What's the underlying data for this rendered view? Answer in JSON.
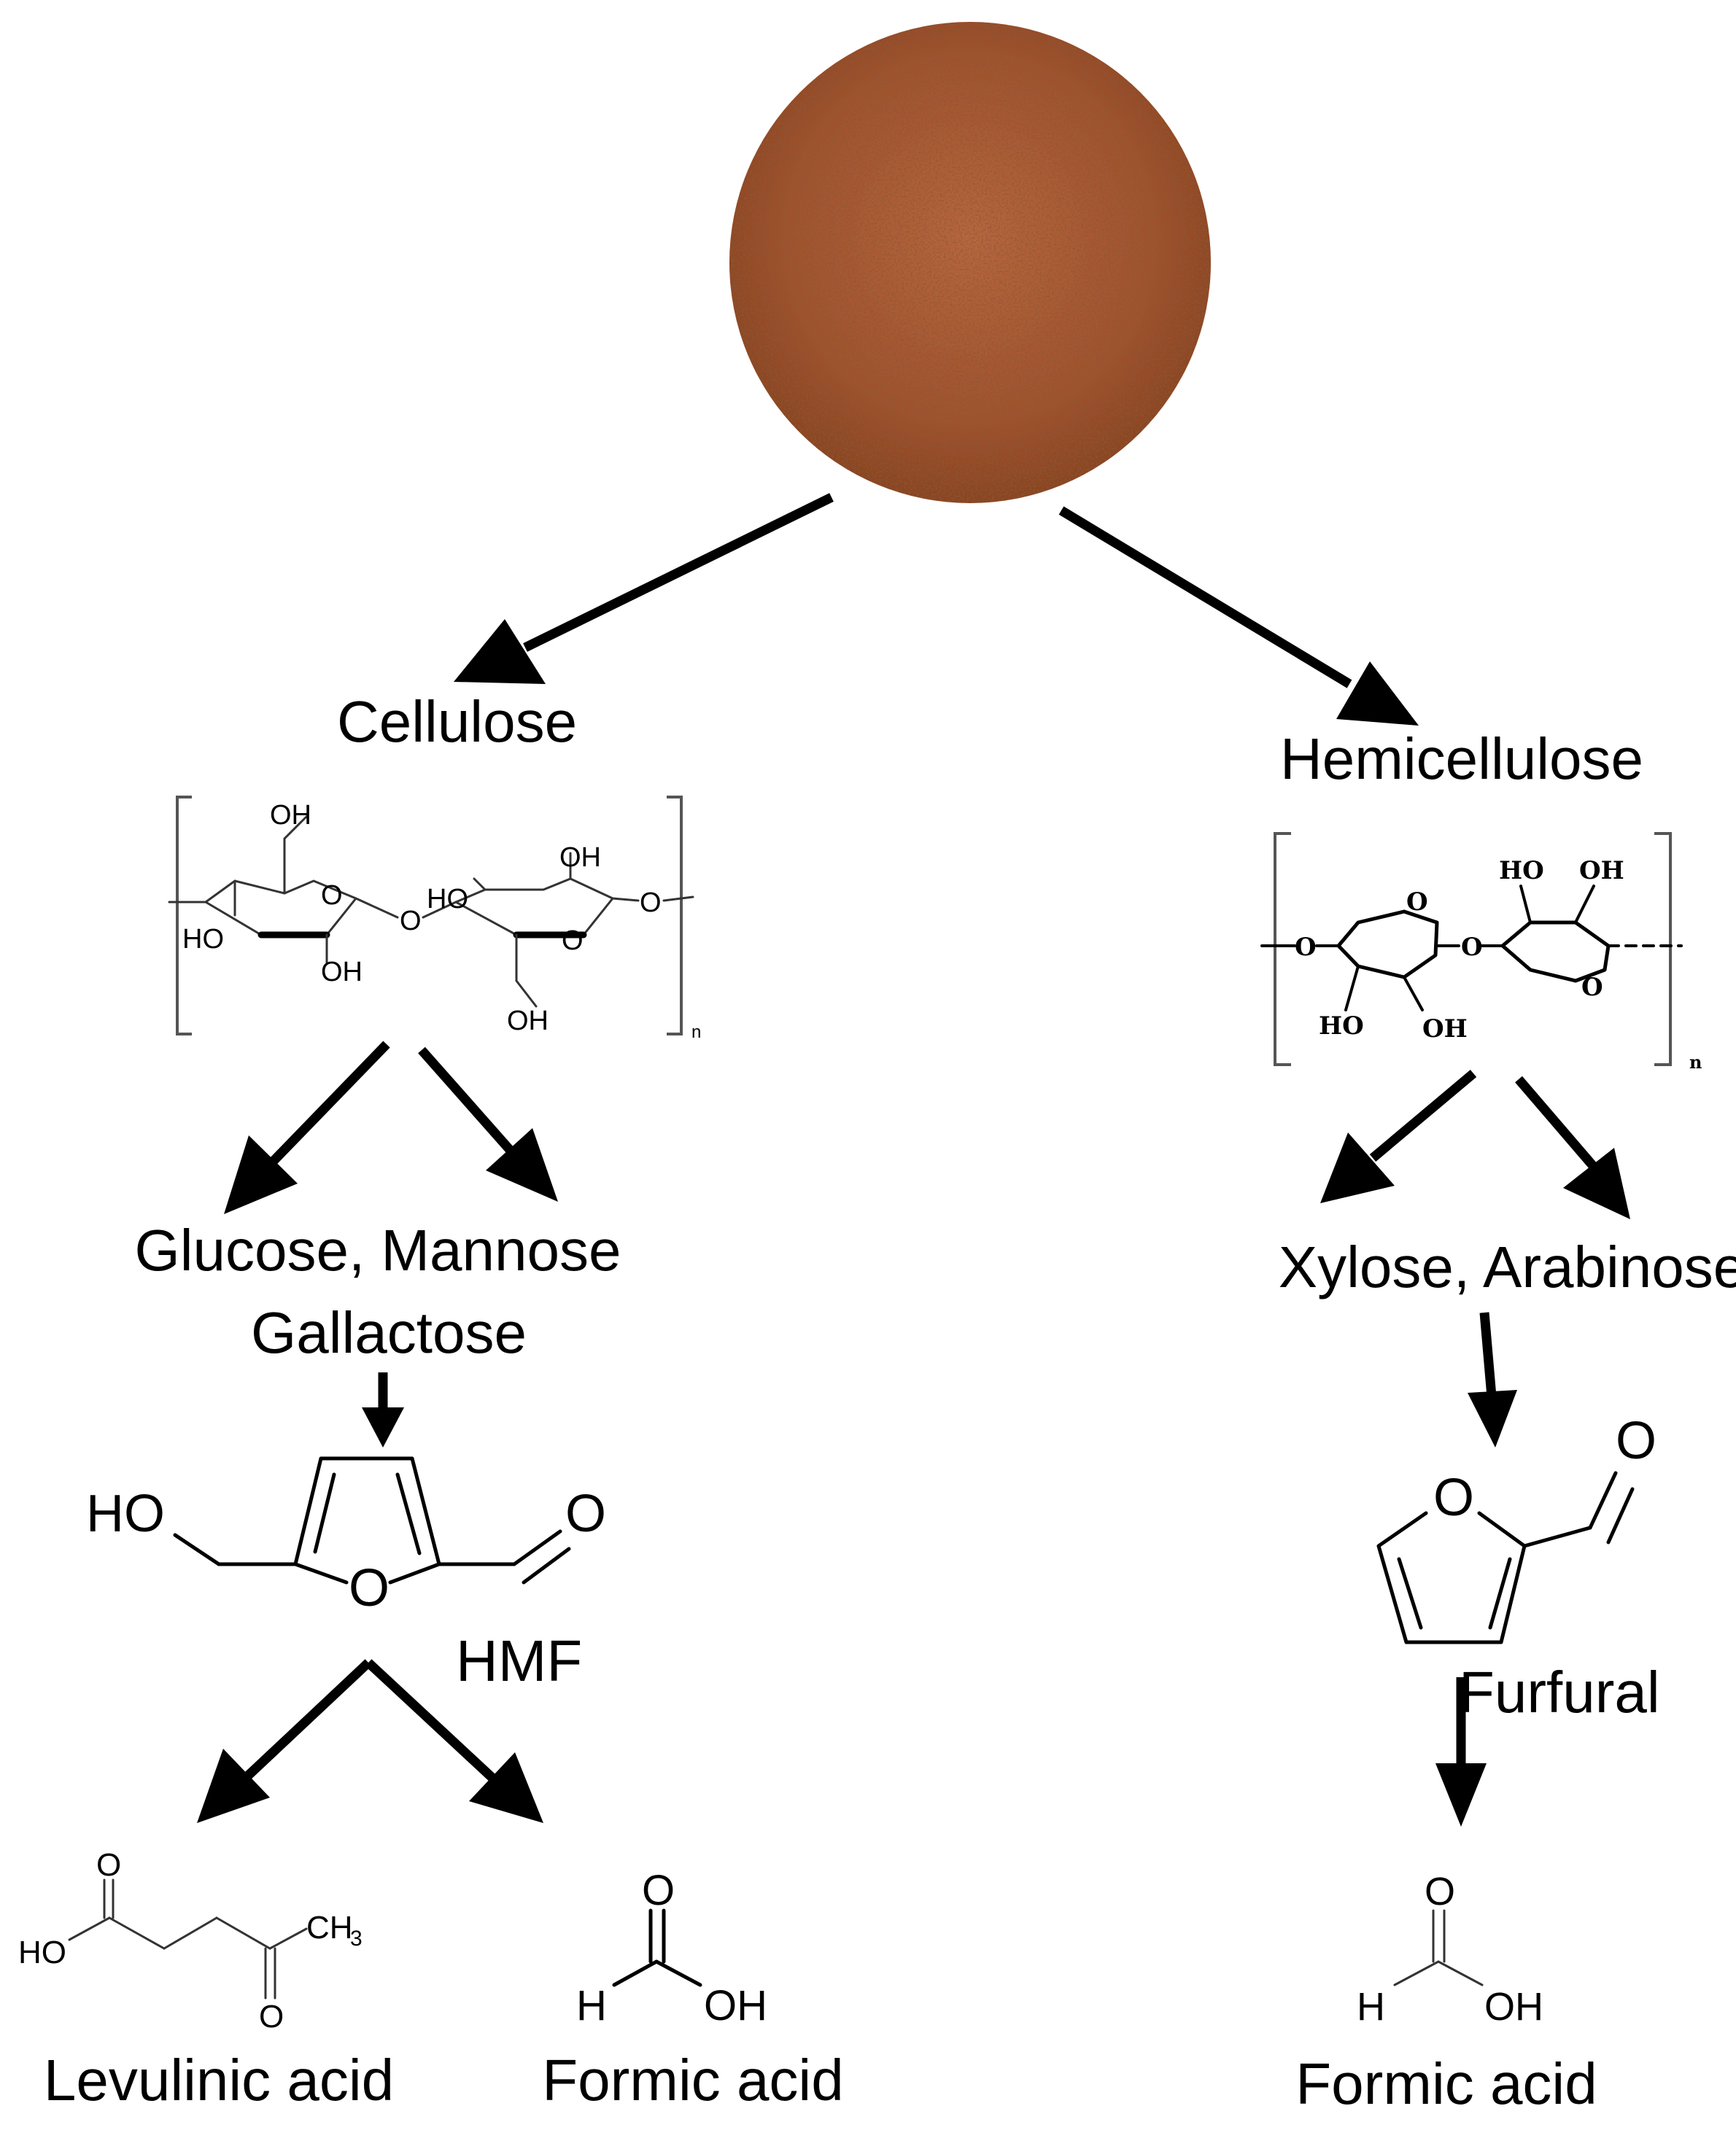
{
  "nodes": {
    "biomass_photo": "biomass-powder",
    "cellulose": "Cellulose",
    "hemicellulose": "Hemicellulose",
    "cellulose_sugars_line1": "Glucose, Mannose",
    "cellulose_sugars_line2": "Gallactose",
    "hemicellulose_sugars": "Xylose, Arabinose",
    "hmf": "HMF",
    "furfural": "Furfural",
    "levulinic_acid": "Levulinic acid",
    "formic_acid_left": "Formic acid",
    "formic_acid_right": "Formic acid"
  },
  "structure_atoms": {
    "cellulose": {
      "oh_top": "OH",
      "oh_right_top": "OH",
      "ho_left": "HO",
      "ho_mid": "HO",
      "o_ring1": "O",
      "o_link": "O",
      "o_ring2": "O",
      "o_end": "O",
      "oh_bottom1": "OH",
      "oh_bottom2": "OH",
      "subscript": "n"
    },
    "hemicellulose": {
      "ho_top": "HO",
      "oh_top": "OH",
      "o_left": "O",
      "o_ring1": "O",
      "o_link": "O",
      "o_ring2": "O",
      "ho_bottom": "HO",
      "oh_bottom": "OH",
      "subscript": "n"
    },
    "hmf": {
      "ho": "HO",
      "o_ring": "O",
      "o_ald": "O"
    },
    "furfural": {
      "o_ring": "O",
      "o_ald": "O"
    },
    "levulinic": {
      "o_top": "O",
      "ho": "HO",
      "o_bottom": "O",
      "ch3": "CH",
      "ch3_sub": "3"
    },
    "formic_left": {
      "o": "O",
      "h": "H",
      "oh": "OH"
    },
    "formic_right": {
      "o": "O",
      "h": "H",
      "oh": "OH"
    }
  },
  "colors": {
    "background": "#ffffff",
    "ink": "#000000",
    "biomass_base": "#a0522d"
  }
}
